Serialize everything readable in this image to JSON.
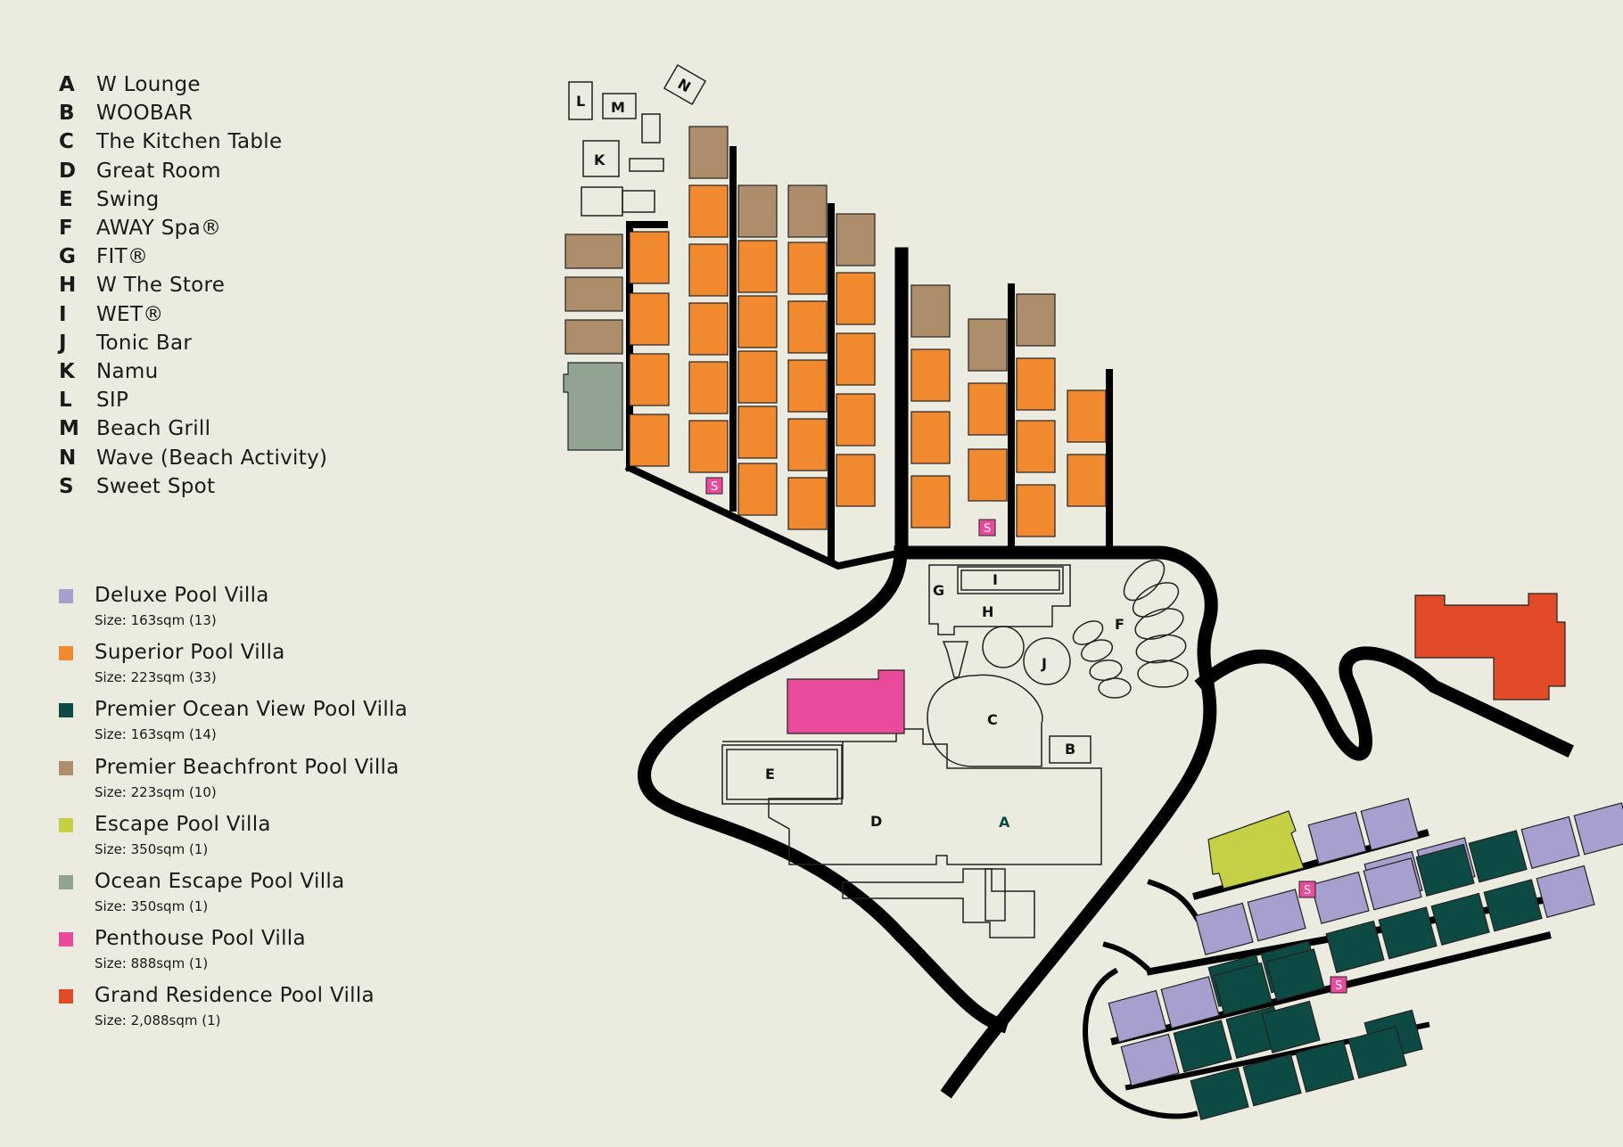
{
  "facilities": [
    {
      "letter": "A",
      "name": "W Lounge"
    },
    {
      "letter": "B",
      "name": "WOOBAR"
    },
    {
      "letter": "C",
      "name": "The Kitchen Table"
    },
    {
      "letter": "D",
      "name": "Great Room"
    },
    {
      "letter": "E",
      "name": "Swing"
    },
    {
      "letter": "F",
      "name": "AWAY Spa®"
    },
    {
      "letter": "G",
      "name": "FIT®"
    },
    {
      "letter": "H",
      "name": "W The Store"
    },
    {
      "letter": "I",
      "name": "WET®"
    },
    {
      "letter": "J",
      "name": "Tonic Bar"
    },
    {
      "letter": "K",
      "name": "Namu"
    },
    {
      "letter": "L",
      "name": "SIP"
    },
    {
      "letter": "M",
      "name": "Beach Grill"
    },
    {
      "letter": "N",
      "name": "Wave (Beach Activity)"
    },
    {
      "letter": "S",
      "name": "Sweet Spot"
    }
  ],
  "villa_types": [
    {
      "name": "Deluxe Pool Villa",
      "size": "Size: 163sqm (13)",
      "color": "#a79fcd"
    },
    {
      "name": "Superior Pool Villa",
      "size": "Size: 223sqm (33)",
      "color": "#f18a2e"
    },
    {
      "name": "Premier Ocean View Pool Villa",
      "size": "Size: 163sqm (14)",
      "color": "#0e4a44"
    },
    {
      "name": "Premier Beachfront Pool Villa",
      "size": "Size: 223sqm (10)",
      "color": "#ae8d6a"
    },
    {
      "name": "Escape Pool Villa",
      "size": "Size: 350sqm (1)",
      "color": "#c5d045"
    },
    {
      "name": "Ocean Escape Pool Villa",
      "size": "Size: 350sqm (1)",
      "color": "#93a393"
    },
    {
      "name": "Penthouse Pool Villa",
      "size": "Size: 888sqm (1)",
      "color": "#e94a9c"
    },
    {
      "name": "Grand Residence Pool Villa",
      "size": "Size: 2,088sqm (1)",
      "color": "#e14b28"
    }
  ],
  "map_labels": {
    "A": "A",
    "B": "B",
    "C": "C",
    "D": "D",
    "E": "E",
    "F": "F",
    "G": "G",
    "H": "H",
    "I": "I",
    "J": "J",
    "K": "K",
    "L": "L",
    "M": "M",
    "N": "N",
    "S": "S"
  }
}
